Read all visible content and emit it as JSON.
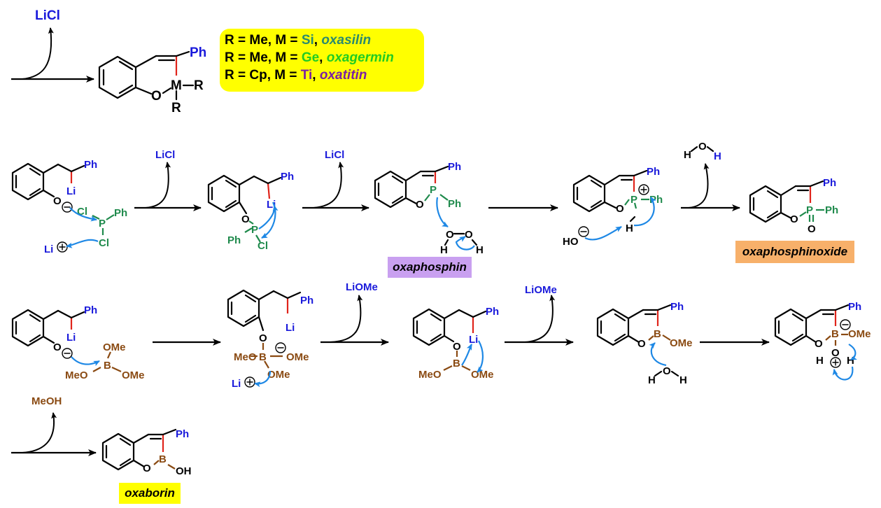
{
  "colors": {
    "black": "#000000",
    "blue_atom": "#1a1adb",
    "red_bond": "#e0241b",
    "phosphorus_green": "#1f8a4c",
    "boron_brown": "#8a4a12",
    "arrow_blue": "#1e88e5",
    "silicon_teal": "#2b8a6e",
    "germanium_green": "#22cc22",
    "titanium_purple": "#7b1fa2",
    "box_yellow": "#ffff00",
    "box_purple": "#c9a0f0",
    "box_orange": "#f7b06a"
  },
  "legend": {
    "rows": [
      {
        "prefix": "R = Me, M = ",
        "element": "Si",
        "sep": ", ",
        "name": "oxasilin"
      },
      {
        "prefix": "R = Me, M = ",
        "element": "Ge",
        "sep": ", ",
        "name": "oxagermin"
      },
      {
        "prefix": "R = Cp, M = ",
        "element": "Ti",
        "sep": ", ",
        "name": "oxatitin"
      }
    ]
  },
  "top": {
    "byproduct": "LiCl",
    "atom_Ph": "Ph",
    "atom_M": "M",
    "atom_O": "O",
    "atom_R1": "R",
    "atom_R2": "R"
  },
  "phos": {
    "s1": {
      "Ph": "Ph",
      "Li": "Li",
      "O": "O",
      "P": "P",
      "Ph2": "Ph",
      "Cl1": "Cl",
      "Cl2": "Cl",
      "Li_cation": "Li"
    },
    "byproduct1": "LiCl",
    "s2": {
      "Ph": "Ph",
      "O": "O",
      "Li": "Li",
      "P": "P",
      "Ph2": "Ph",
      "Cl": "Cl"
    },
    "byproduct2": "LiCl",
    "s3": {
      "Ph": "Ph",
      "P": "P",
      "O": "O",
      "Ph2": "Ph",
      "peroxide_O1": "O",
      "peroxide_O2": "O",
      "H1": "H",
      "H2": "H"
    },
    "s4": {
      "Ph": "Ph",
      "P": "P",
      "O": "O",
      "Ph2": "Ph",
      "HO": "HO",
      "H": "H"
    },
    "byproduct3_H1": "H",
    "byproduct3_O": "O",
    "byproduct3_H2": "H",
    "s5": {
      "Ph": "Ph",
      "P": "P",
      "Ph2": "Ph",
      "O": "O",
      "O2": "O"
    },
    "label_oxaphosphin": "oxaphosphin",
    "label_oxaphosphinoxide": "oxaphosphinoxide"
  },
  "boron": {
    "s1": {
      "Ph": "Ph",
      "Li": "Li",
      "O": "O",
      "B": "B",
      "OMe_top": "OMe",
      "MeO": "MeO",
      "OMe_right": "OMe"
    },
    "s2": {
      "Ph": "Ph",
      "Li": "Li",
      "O": "O",
      "MeO": "MeO",
      "B": "B",
      "OMe_right": "OMe",
      "OMe_down": "OMe",
      "Li_cation": "Li"
    },
    "byproduct1": "LiOMe",
    "s3": {
      "Ph": "Ph",
      "Li": "Li",
      "O": "O",
      "B": "B",
      "MeO": "MeO",
      "OMe": "OMe"
    },
    "byproduct2": "LiOMe",
    "s4": {
      "Ph": "Ph",
      "B": "B",
      "O": "O",
      "OMe": "OMe",
      "H1": "H",
      "O_water": "O",
      "H2": "H"
    },
    "s5": {
      "Ph": "Ph",
      "B": "B",
      "O": "O",
      "OMe": "OMe",
      "H1": "H",
      "O_water": "O",
      "H2": "H"
    },
    "byproduct3": "MeOH",
    "s6": {
      "Ph": "Ph",
      "B": "B",
      "O": "O",
      "OH": "OH"
    },
    "label_oxaborin": "oxaborin"
  }
}
